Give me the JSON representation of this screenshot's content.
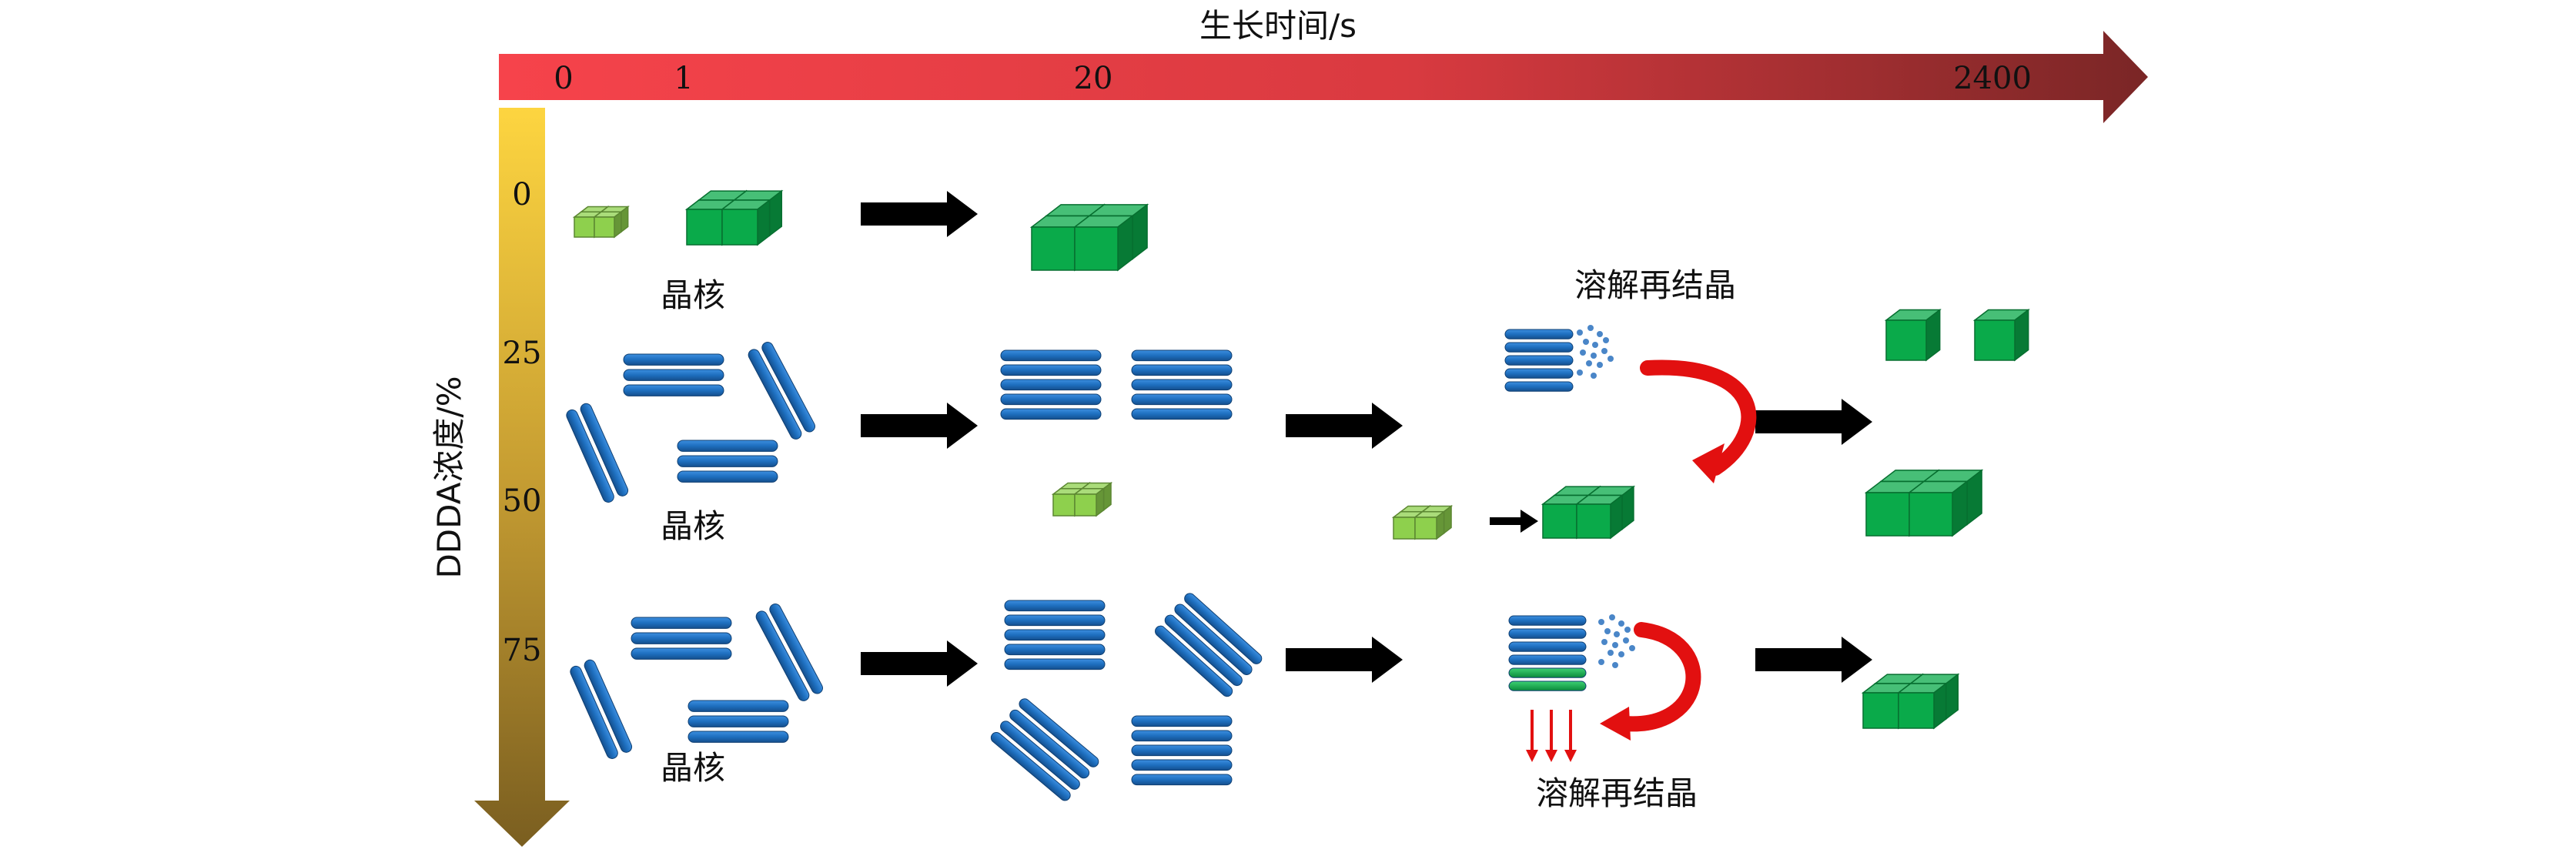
{
  "time_axis": {
    "label": "生长时间/s",
    "ticks": [
      "0",
      "1",
      "20",
      "2400"
    ]
  },
  "conc_axis": {
    "label": "DDDA浓度/%",
    "ticks": [
      "0",
      "25",
      "50",
      "75"
    ]
  },
  "labels": {
    "nucleus": "晶核",
    "recrystallization": "溶解再结晶"
  },
  "colors": {
    "cube_dark": "#0aaa4a",
    "cube_light": "#8ed04d",
    "plate_blue": "#1e6fbf",
    "arrow_black": "#000000",
    "arrow_red": "#e21010",
    "time_axis_start": "#f6434b",
    "time_axis_end": "#7a2626",
    "conc_axis_start": "#fdd540",
    "conc_axis_end": "#7a5e20"
  }
}
